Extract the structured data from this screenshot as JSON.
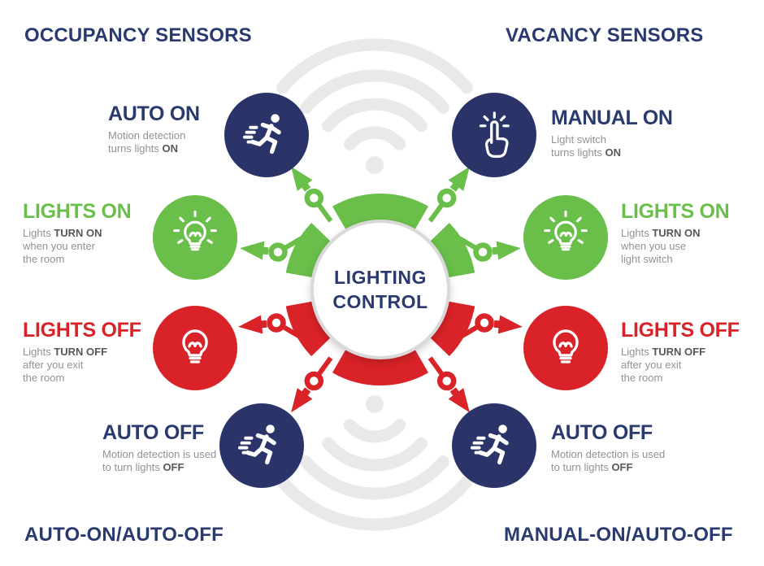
{
  "headings": {
    "top_left": "OCCUPANCY SENSORS",
    "top_right": "VACANCY SENSORS",
    "bottom_left": "AUTO-ON/AUTO-OFF",
    "bottom_right": "MANUAL-ON/AUTO-OFF"
  },
  "center": {
    "line1": "LIGHTING",
    "line2": "CONTROL"
  },
  "items": {
    "occ_auto_on": {
      "title": "AUTO ON",
      "lines": [
        {
          "pre": "Motion detection",
          "bold": ""
        },
        {
          "pre": "turns lights ",
          "bold": "ON"
        }
      ]
    },
    "occ_lights_on": {
      "title": "LIGHTS ON",
      "lines": [
        {
          "pre": "Lights ",
          "bold": "TURN ON"
        },
        {
          "pre": "when you enter",
          "bold": ""
        },
        {
          "pre": "the room",
          "bold": ""
        }
      ]
    },
    "occ_lights_off": {
      "title": "LIGHTS OFF",
      "lines": [
        {
          "pre": "Lights ",
          "bold": "TURN OFF"
        },
        {
          "pre": "after you exit",
          "bold": ""
        },
        {
          "pre": "the room",
          "bold": ""
        }
      ]
    },
    "occ_auto_off": {
      "title": "AUTO OFF",
      "lines": [
        {
          "pre": "Motion detection is used",
          "bold": ""
        },
        {
          "pre": "to turn lights ",
          "bold": "OFF"
        }
      ]
    },
    "vac_manual_on": {
      "title": "MANUAL ON",
      "lines": [
        {
          "pre": "Light switch",
          "bold": ""
        },
        {
          "pre": "turns lights ",
          "bold": "ON"
        }
      ]
    },
    "vac_lights_on": {
      "title": "LIGHTS ON",
      "lines": [
        {
          "pre": "Lights ",
          "bold": "TURN ON"
        },
        {
          "pre": "when you use",
          "bold": ""
        },
        {
          "pre": "light switch",
          "bold": ""
        }
      ]
    },
    "vac_lights_off": {
      "title": "LIGHTS OFF",
      "lines": [
        {
          "pre": "Lights ",
          "bold": "TURN OFF"
        },
        {
          "pre": "after you exit",
          "bold": ""
        },
        {
          "pre": "the room",
          "bold": ""
        }
      ]
    },
    "vac_auto_off": {
      "title": "AUTO OFF",
      "lines": [
        {
          "pre": "Motion detection is used",
          "bold": ""
        },
        {
          "pre": "to turn lights ",
          "bold": "OFF"
        }
      ]
    }
  },
  "icons": {
    "runner": "runner-icon",
    "hand_tap": "hand-tap-icon",
    "bulb_rays": "lightbulb-rays-icon",
    "bulb": "lightbulb-icon",
    "wifi": "wifi-signal-icon"
  },
  "colors": {
    "navy": "#2a3468",
    "navy_text": "#2b3a6e",
    "green": "#6abf4b",
    "red": "#da2328",
    "desc_gray": "#909295",
    "desc_bold_gray": "#55575a",
    "wifi_gray": "#e9e9e9",
    "center_ring_gray": "#d9d9d9"
  }
}
